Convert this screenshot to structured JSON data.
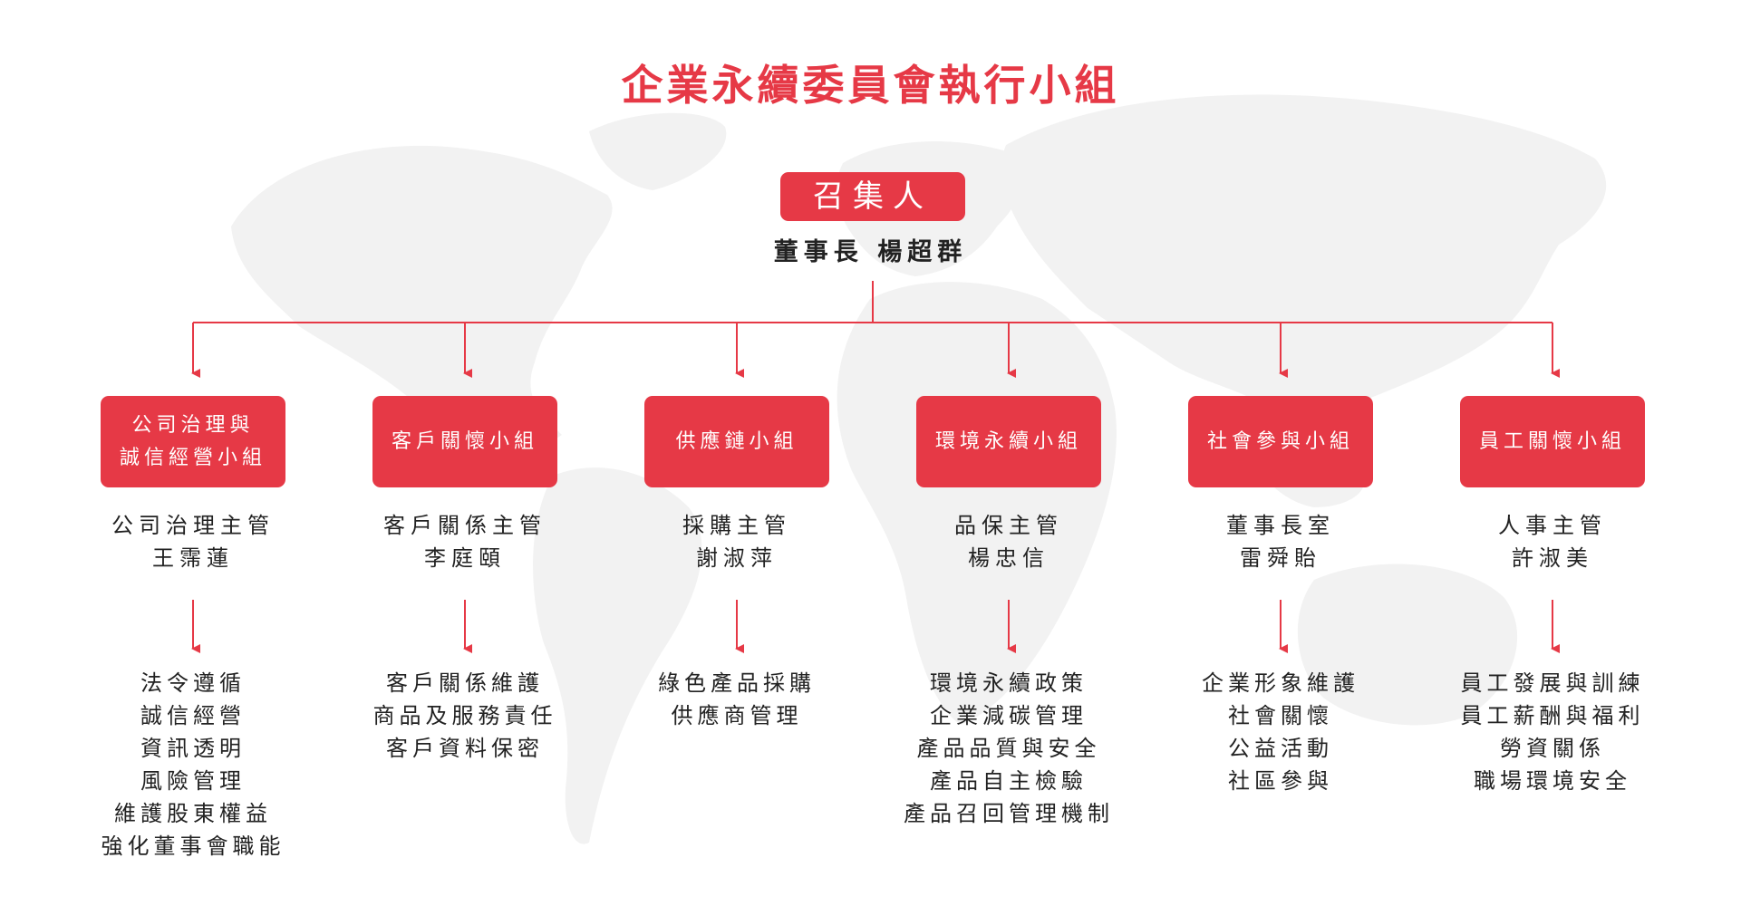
{
  "title": "企業永續委員會執行小組",
  "convener": {
    "label": "召集人",
    "name": "董事長 楊超群"
  },
  "colors": {
    "accent": "#e63946",
    "text": "#222222",
    "map": "#f2f2f2"
  },
  "groups": [
    {
      "name_lines": [
        "公司治理與",
        "誠信經營小組"
      ],
      "leader_title": "公司治理主管",
      "leader_name": "王霈蓮",
      "duties": [
        "法令遵循",
        "誠信經營",
        "資訊透明",
        "風險管理",
        "維護股東權益",
        "強化董事會職能"
      ]
    },
    {
      "name_lines": [
        "客戶關懷小組"
      ],
      "leader_title": "客戶關係主管",
      "leader_name": "李庭頤",
      "duties": [
        "客戶關係維護",
        "商品及服務責任",
        "客戶資料保密"
      ]
    },
    {
      "name_lines": [
        "供應鏈小組"
      ],
      "leader_title": "採購主管",
      "leader_name": "謝淑萍",
      "duties": [
        "綠色產品採購",
        "供應商管理"
      ]
    },
    {
      "name_lines": [
        "環境永續小組"
      ],
      "leader_title": "品保主管",
      "leader_name": "楊忠信",
      "duties": [
        "環境永續政策",
        "企業減碳管理",
        "產品品質與安全",
        "產品自主檢驗",
        "產品召回管理機制"
      ]
    },
    {
      "name_lines": [
        "社會參與小組"
      ],
      "leader_title": "董事長室",
      "leader_name": "雷舜貽",
      "duties": [
        "企業形象維護",
        "社會關懷",
        "公益活動",
        "社區參與"
      ]
    },
    {
      "name_lines": [
        "員工關懷小組"
      ],
      "leader_title": "人事主管",
      "leader_name": "許淑美",
      "duties": [
        "員工發展與訓練",
        "員工薪酬與福利",
        "勞資關係",
        "職場環境安全"
      ]
    }
  ]
}
